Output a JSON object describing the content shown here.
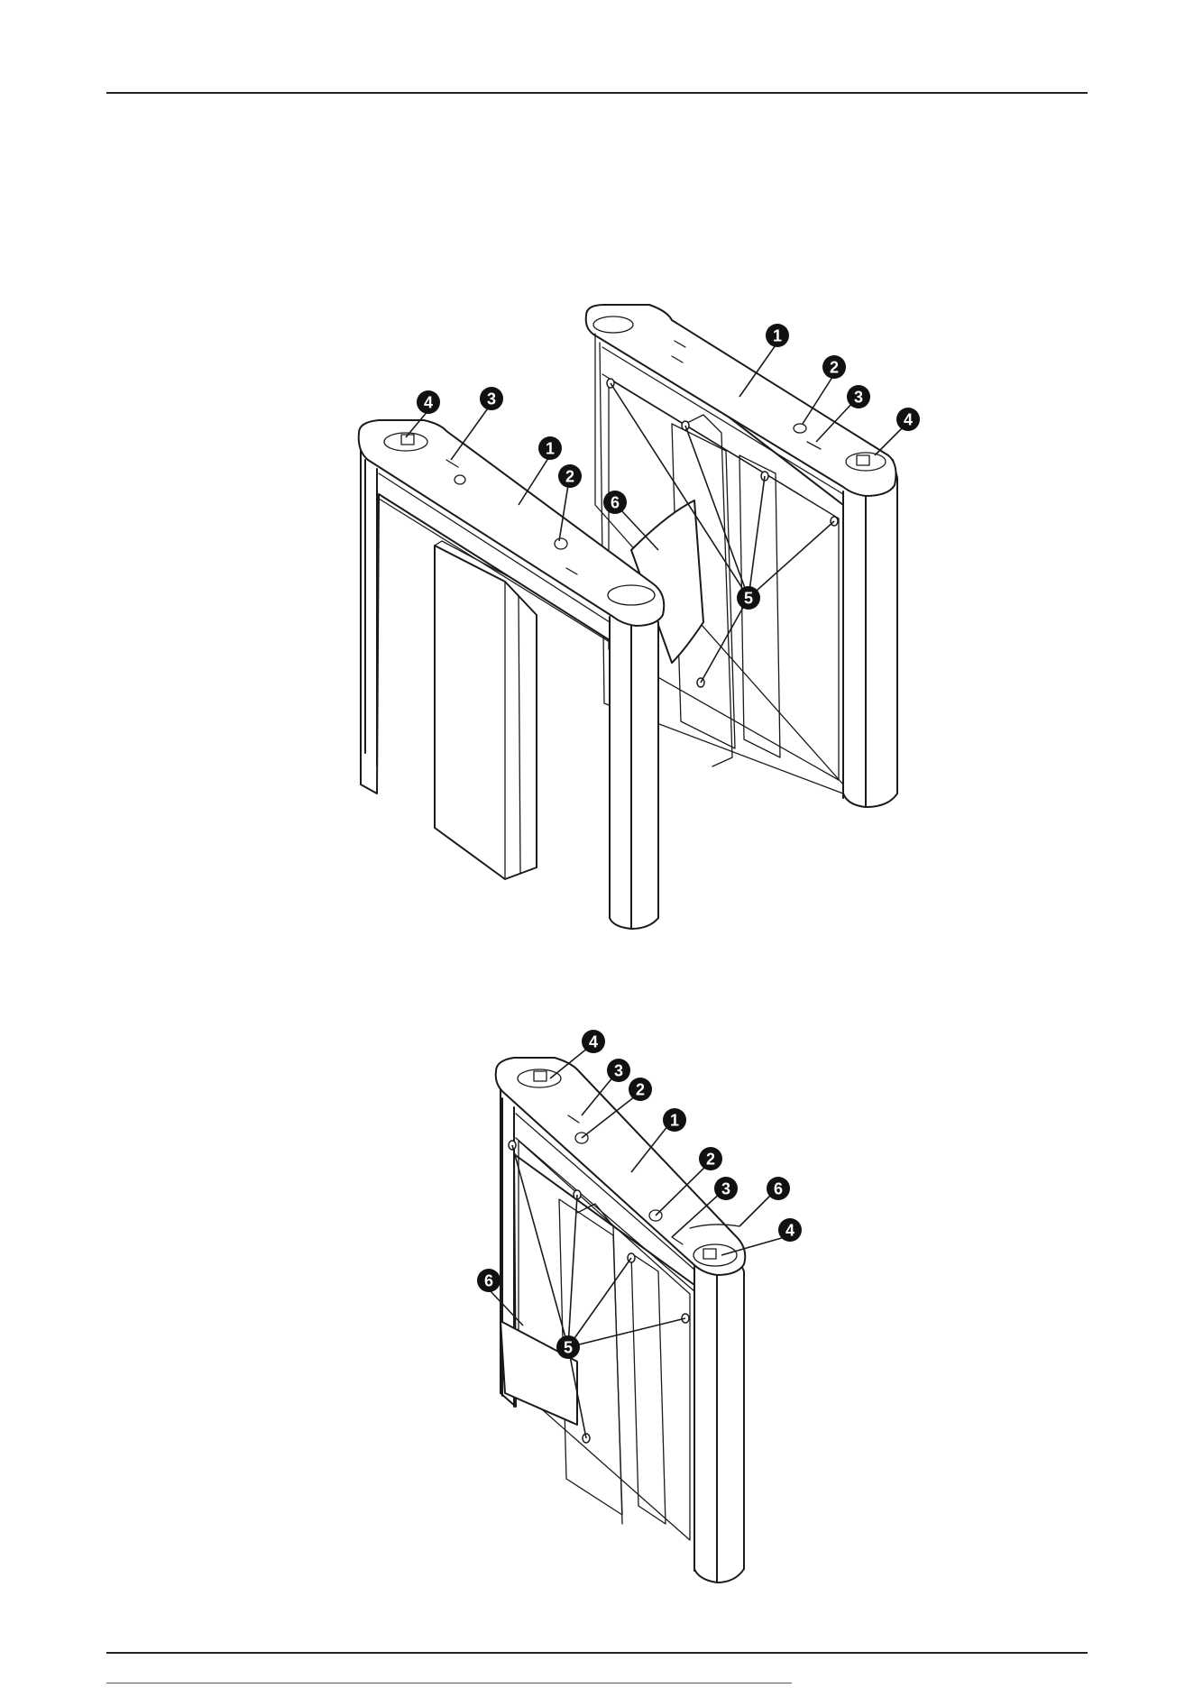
{
  "figure_top": {
    "callouts": [
      {
        "label": "1"
      },
      {
        "label": "2"
      },
      {
        "label": "3"
      },
      {
        "label": "4"
      },
      {
        "label": "1"
      },
      {
        "label": "2"
      },
      {
        "label": "3"
      },
      {
        "label": "4"
      },
      {
        "label": "5"
      },
      {
        "label": "6"
      }
    ]
  },
  "figure_bottom": {
    "callouts": [
      {
        "label": "4"
      },
      {
        "label": "3"
      },
      {
        "label": "2"
      },
      {
        "label": "1"
      },
      {
        "label": "2"
      },
      {
        "label": "3"
      },
      {
        "label": "6"
      },
      {
        "label": "4"
      },
      {
        "label": "6"
      },
      {
        "label": "5"
      }
    ]
  }
}
